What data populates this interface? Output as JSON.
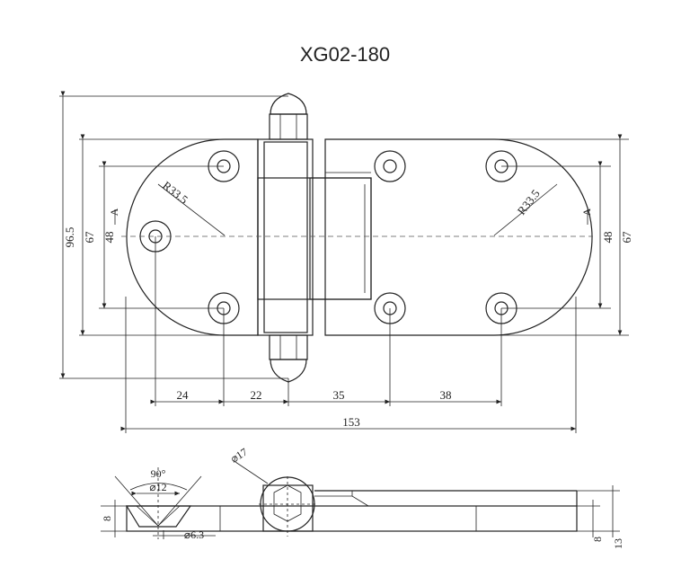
{
  "title": "XG02-180",
  "dims": {
    "d24": "24",
    "d22": "22",
    "d35": "35",
    "d38": "38",
    "d153": "153",
    "h96_5": "96.5",
    "h67_left": "67",
    "h48_left": "48",
    "h48_right": "48",
    "h67_right": "67",
    "r_left": "R33.5",
    "r_right": "R33.5",
    "a_left": "A",
    "a_right": "A",
    "angle": "90°",
    "dia12": "⌀12",
    "dia17": "⌀17",
    "dia6_3": "⌀6.3",
    "s8_left": "8",
    "s8_right": "8",
    "s13": "13"
  }
}
